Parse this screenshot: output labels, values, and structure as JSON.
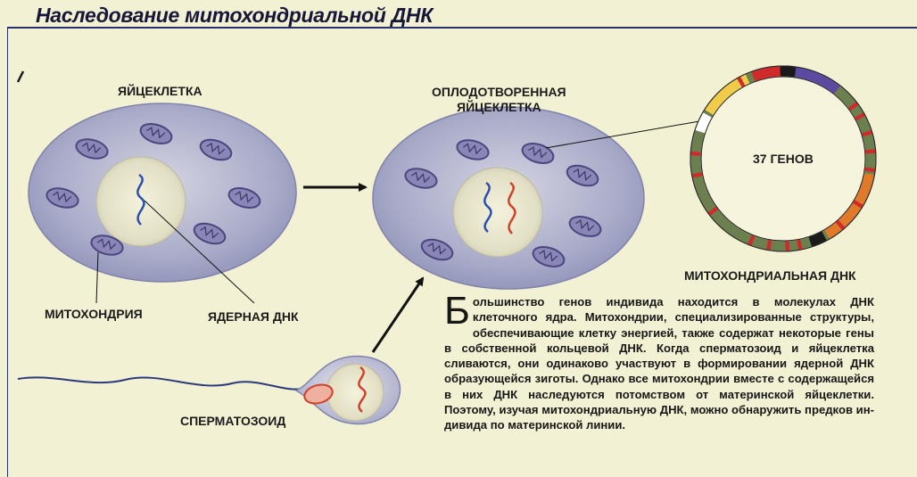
{
  "page": {
    "title": "Наследование митохондриальной ДНК"
  },
  "labels": {
    "egg": "ЯЙЦЕКЛЕТКА",
    "fertilized_line1": "ОПЛОДОТВОРЕННАЯ",
    "fertilized_line2": "ЯЙЦЕКЛЕТКА",
    "mitochondrion": "МИТОХОНДРИЯ",
    "nuclear_dna": "ЯДЕРНАЯ ДНК",
    "sperm": "СПЕРМАТОЗОИД",
    "genes_count": "37 ГЕНОВ",
    "mito_dna": "МИТОХОНДРИАЛЬНАЯ ДНК"
  },
  "body_text": {
    "drop_cap": "Б",
    "rest": "ольшинство генов индивида находится в молекулах ДНК клеточного ядра. Митохондрии, специализиро­ванные структуры, обеспечивающие клетку энергией, также содержат некоторые гены в собственной кольце­вой ДНК. Когда сперматозоид и яйцеклетка сливаются, они одинаково участвуют в формировании ядерной ДНК образующейся зиготы. Однако все митохондрии вместе с содержащейся в них ДНК наследуются потом­ством от материнской яйцеклетки. Поэтому, изучая ми­тохондриальную ДНК, можно обнаружить предков ин­дивида по материнской линии."
  },
  "colors": {
    "cell_fill": "#a9abc9",
    "nucleus_fill": "#e6e4cc",
    "mitochondrion_fill": "#8a86b5",
    "maternal_dna": "#2a4fb0",
    "paternal_dna": "#d2402a",
    "ring_green": "#6b7f4f",
    "ring_orange": "#e07a2a",
    "ring_yellow": "#f0cc4a",
    "ring_purple": "#5b4aa0",
    "ring_red": "#d02a2a",
    "frame": "#2a2f6e"
  }
}
